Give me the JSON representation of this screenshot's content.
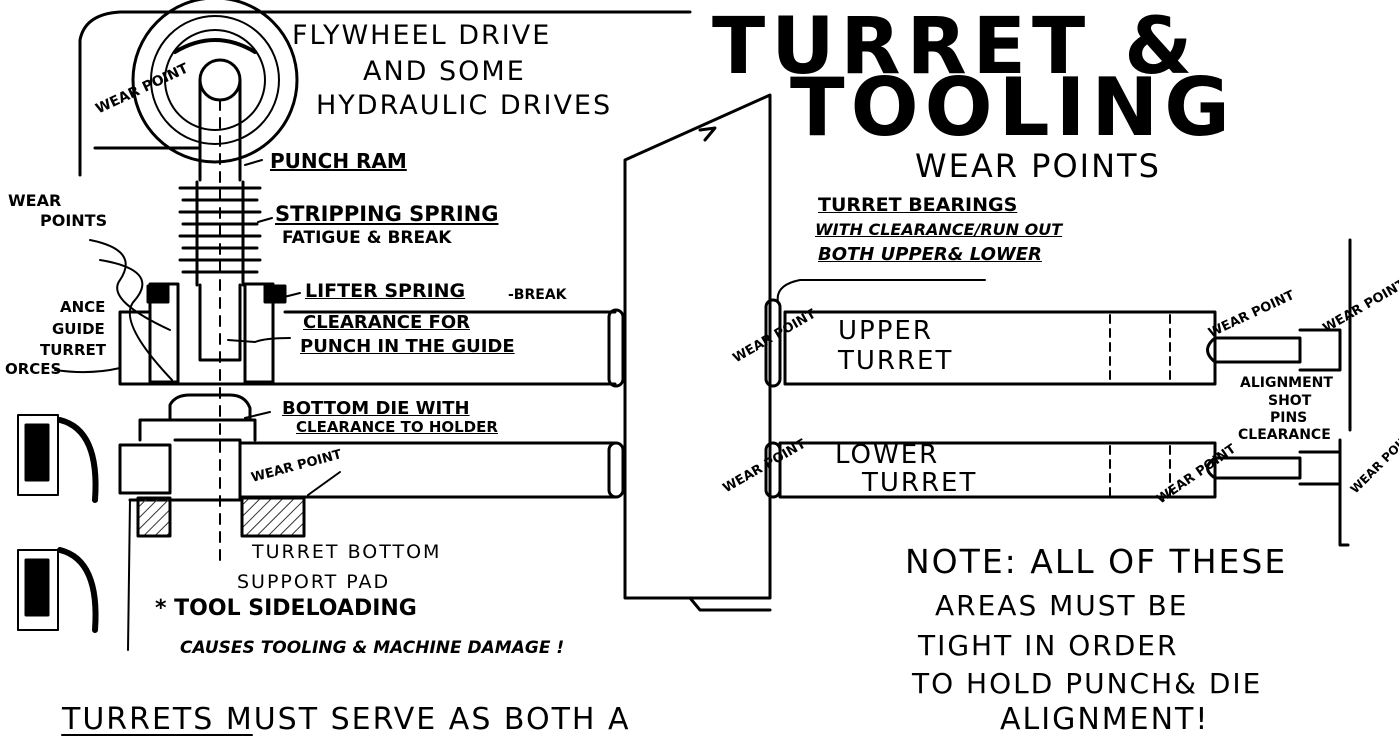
{
  "title": {
    "line1": "TURRET &",
    "line2": "TOOLING",
    "subtitle": "WEAR POINTS"
  },
  "drive_label": [
    "FLYWHEEL DRIVE",
    "AND SOME",
    "HYDRAULIC DRIVES"
  ],
  "labels": {
    "punch_ram": "PUNCH RAM",
    "stripping_spring": "STRIPPING SPRING",
    "stripping_spring_note": "FATIGUE & BREAK",
    "lifter_spring": "LIFTER SPRING",
    "lifter_spring_note": "-BREAK",
    "clearance_punch_1": "CLEARANCE FOR",
    "clearance_punch_2": "PUNCH IN THE GUIDE",
    "bottom_die_1": "BOTTOM DIE WITH",
    "bottom_die_2": "CLEARANCE TO HOLDER",
    "turret_bearings_1": "TURRET BEARINGS",
    "turret_bearings_2": "WITH CLEARANCE/RUN OUT",
    "turret_bearings_3": "BOTH UPPER& LOWER",
    "upper_turret_1": "UPPER",
    "upper_turret_2": "TURRET",
    "lower_turret_1": "LOWER",
    "lower_turret_2": "TURRET",
    "alignment_1": "ALIGNMENT",
    "alignment_2": "SHOT",
    "alignment_3": "PINS",
    "alignment_4": "CLEARANCE",
    "turret_bottom_1": "TURRET BOTTOM",
    "turret_bottom_2": "SUPPORT PAD",
    "wear_points_left_1": "WEAR",
    "wear_points_left_2": "POINTS",
    "left_clip_1": "ANCE",
    "left_clip_2": "GUIDE",
    "left_clip_3": "TURRET",
    "left_clip_4": "ORCES",
    "wear_point": "WEAR POINT",
    "wear": "WEAR",
    "point": "POINT"
  },
  "side_loading": {
    "line1": "* TOOL SIDELOADING",
    "line2": "CAUSES TOOLING & MACHINE DAMAGE !"
  },
  "note": {
    "lines": [
      "NOTE: ALL OF THESE",
      "AREAS MUST BE",
      "TIGHT IN ORDER",
      "TO HOLD PUNCH& DIE",
      "ALIGNMENT!"
    ]
  },
  "footer": "TURRETS MUST SERVE AS BOTH A",
  "colors": {
    "ink": "#000000",
    "paper": "#ffffff",
    "hatch": "#333333"
  }
}
